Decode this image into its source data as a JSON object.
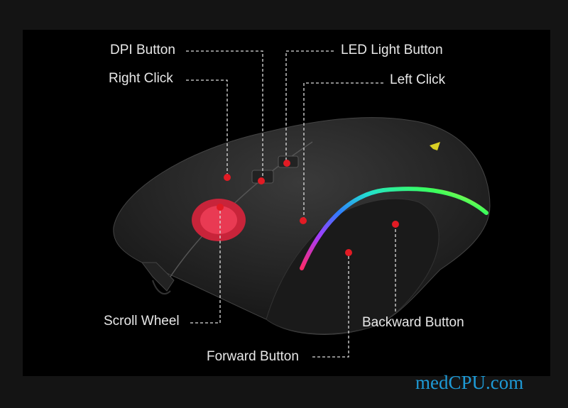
{
  "labels": {
    "dpi_button": "DPI Button",
    "right_click": "Right Click",
    "led_light_button": "LED Light Button",
    "left_click": "Left Click",
    "scroll_wheel": "Scroll Wheel",
    "backward_button": "Backward Button",
    "forward_button": "Forward Button"
  },
  "watermark": "medCPU.com",
  "colors": {
    "callout_dot": "#e21b24",
    "watermark": "#1e9ad6",
    "rgb_strip": [
      "#ff2a6a",
      "#a23cff",
      "#2f7dff",
      "#22e0d0",
      "#3cff5a",
      "#ffe23c"
    ]
  }
}
